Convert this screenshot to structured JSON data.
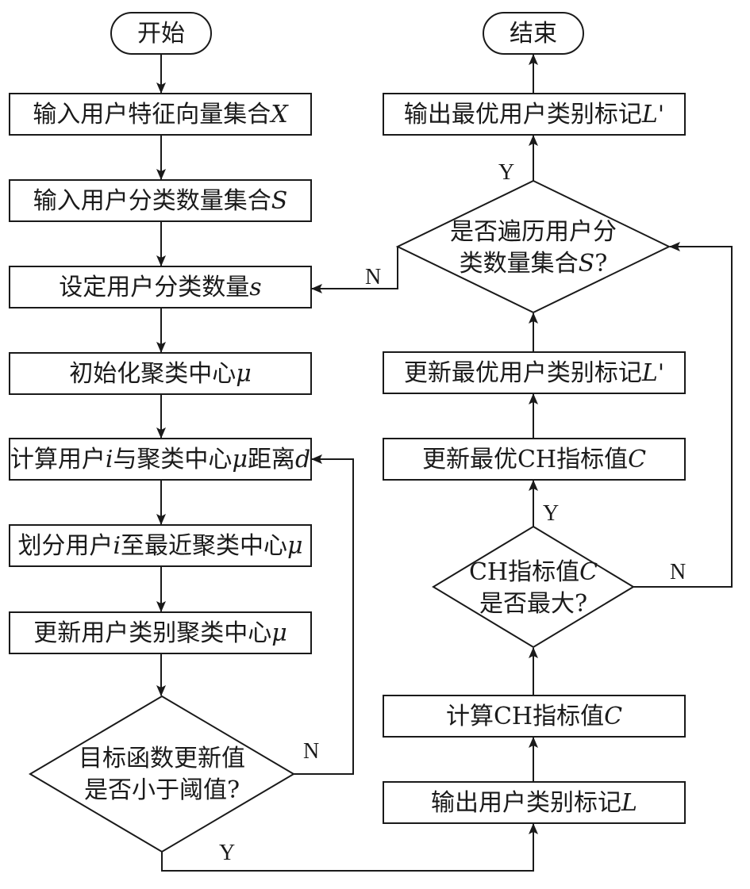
{
  "left": {
    "start": "开始",
    "step1": {
      "text": "输入用户特征向量集合",
      "var": "X"
    },
    "step2": {
      "text": "输入用户分类数量集合",
      "var": "S"
    },
    "step3": {
      "text": "设定用户分类数量",
      "var": "s"
    },
    "step4": {
      "text": "初始化聚类中心",
      "var": "μ"
    },
    "step5": {
      "a": "计算用户",
      "i": "i",
      "b": "与聚类中心",
      "mu": "μ",
      "c": "距离",
      "d": "d"
    },
    "step6": {
      "a": "划分用户",
      "i": "i",
      "b": "至最近聚类中心",
      "mu": "μ"
    },
    "step7": {
      "text": "更新用户类别聚类中心",
      "var": "μ"
    },
    "decision": {
      "line1": "目标函数更新值",
      "line2": "是否小于阈值?"
    }
  },
  "right": {
    "end": "结束",
    "out_best": {
      "text": "输出最优用户类别标记",
      "var": "L'"
    },
    "decision_traverse": {
      "line1": "是否遍历用户分",
      "line2a": "类数量集合",
      "line2var": "S",
      "line2b": "?"
    },
    "update_label": {
      "text": "更新最优用户类别标记",
      "var": "L'"
    },
    "update_ch": {
      "text": "更新最优CH指标值",
      "var": "C"
    },
    "decision_ch": {
      "line1a": "CH指标值",
      "line1var": "C",
      "line2": "是否最大?"
    },
    "calc_ch": {
      "text": "计算CH指标值",
      "var": "C"
    },
    "out_label": {
      "text": "输出用户类别标记",
      "var": "L"
    }
  },
  "edge_labels": {
    "yes": "Y",
    "no": "N"
  }
}
